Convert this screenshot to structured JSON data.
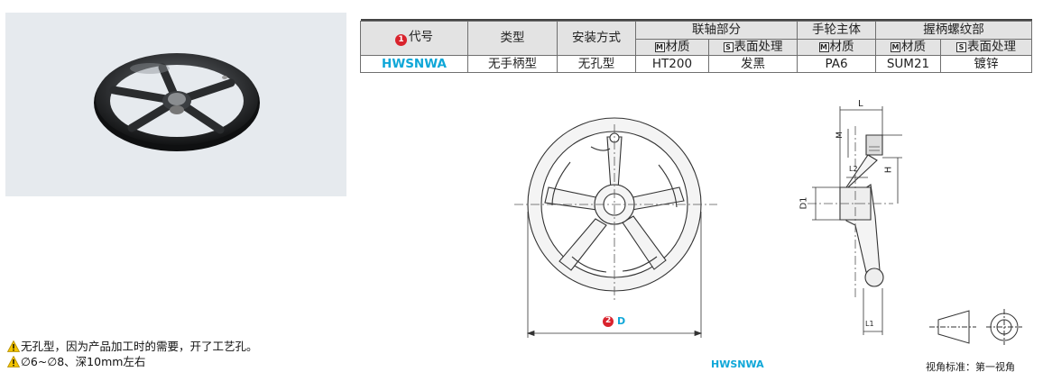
{
  "notes": [
    "无孔型，因为产品加工时的需要，开了工艺孔。",
    "∅6~∅8、深10mm左右"
  ],
  "table": {
    "header": {
      "code": "代号",
      "type": "类型",
      "mount": "安装方式",
      "shaft_part": "联轴部分",
      "wheel_body": "手轮主体",
      "grip_part": "握柄螺纹部",
      "material": "材质",
      "surface": "表面处理",
      "code_badge": "1",
      "m_box": "M",
      "s_box": "S"
    },
    "row": {
      "code": "HWSNWA",
      "type": "无手柄型",
      "mount": "无孔型",
      "shaft_material": "HT200",
      "shaft_surface": "发黑",
      "body_material": "PA6",
      "grip_material": "SUM21",
      "grip_surface": "镀锌"
    }
  },
  "drawing": {
    "dim_D": "D",
    "dim_D_badge": "2",
    "dim_L": "L",
    "dim_M": "M",
    "dim_L2": "L2",
    "dim_H": "H",
    "dim_D1": "D1",
    "dim_L1": "L1",
    "caption": "HWSNWA",
    "view_standard": "视角标准：第一视角"
  },
  "colors": {
    "accent": "#0fa7d8",
    "badge": "#d9232d",
    "header_bg": "#e3e3e3",
    "photo_bg": "#e6eaee"
  }
}
